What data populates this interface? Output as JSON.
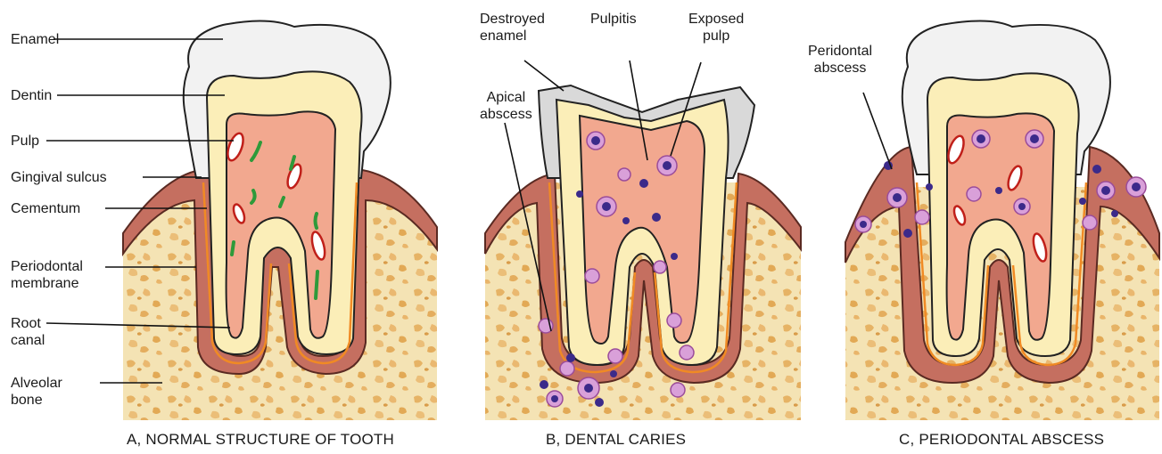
{
  "panels": [
    {
      "caption": "A, NORMAL STRUCTURE OF TOOTH",
      "labels": {
        "enamel": "Enamel",
        "dentin": "Dentin",
        "pulp": "Pulp",
        "gingival_sulcus": "Gingival sulcus",
        "cementum": "Cementum",
        "periodontal_membrane": "Periodontal\nmembrane",
        "root_canal": "Root\ncanal",
        "alveolar_bone": "Alveolar\nbone"
      }
    },
    {
      "caption": "B, DENTAL CARIES",
      "labels": {
        "destroyed_enamel": "Destroyed\nenamel",
        "pulpitis": "Pulpitis",
        "exposed_pulp": "Exposed\npulp",
        "apical_abscess": "Apical\nabscess"
      }
    },
    {
      "caption": "C, PERIODONTAL ABSCESS",
      "labels": {
        "periodontal_abscess": "Peridontal\nabscess"
      }
    }
  ],
  "colors": {
    "bone": "#f4e3b4",
    "bone_spots": "#e8b96a",
    "gum": "#c56f60",
    "gum_inner": "#e0a08c",
    "membrane_orange": "#f08a24",
    "enamel": "#f2f2f2",
    "dentin": "#fbeeb8",
    "pulp": "#f2a88f",
    "pus_cell": "#d9a0d9",
    "nucleus": "#3b2a8a"
  }
}
